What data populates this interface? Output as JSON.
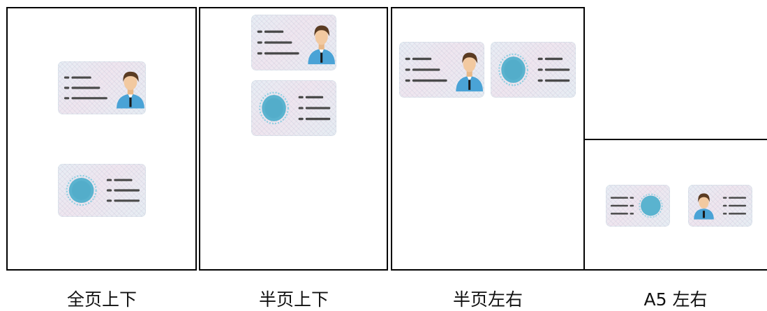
{
  "layouts": [
    {
      "caption": "全页上下"
    },
    {
      "caption": "半页上下"
    },
    {
      "caption": "半页左右"
    },
    {
      "caption": "A5 左右"
    }
  ],
  "icons": {
    "front": "id-card-front-icon",
    "back": "id-card-back-icon"
  },
  "colors": {
    "page_border": "#000000",
    "card_bg": "#e9edf3",
    "emblem": "#5ab3cf",
    "text_lines": "#4a4a4a",
    "shirt": "#4aa3d6",
    "hair": "#5a3b22"
  }
}
